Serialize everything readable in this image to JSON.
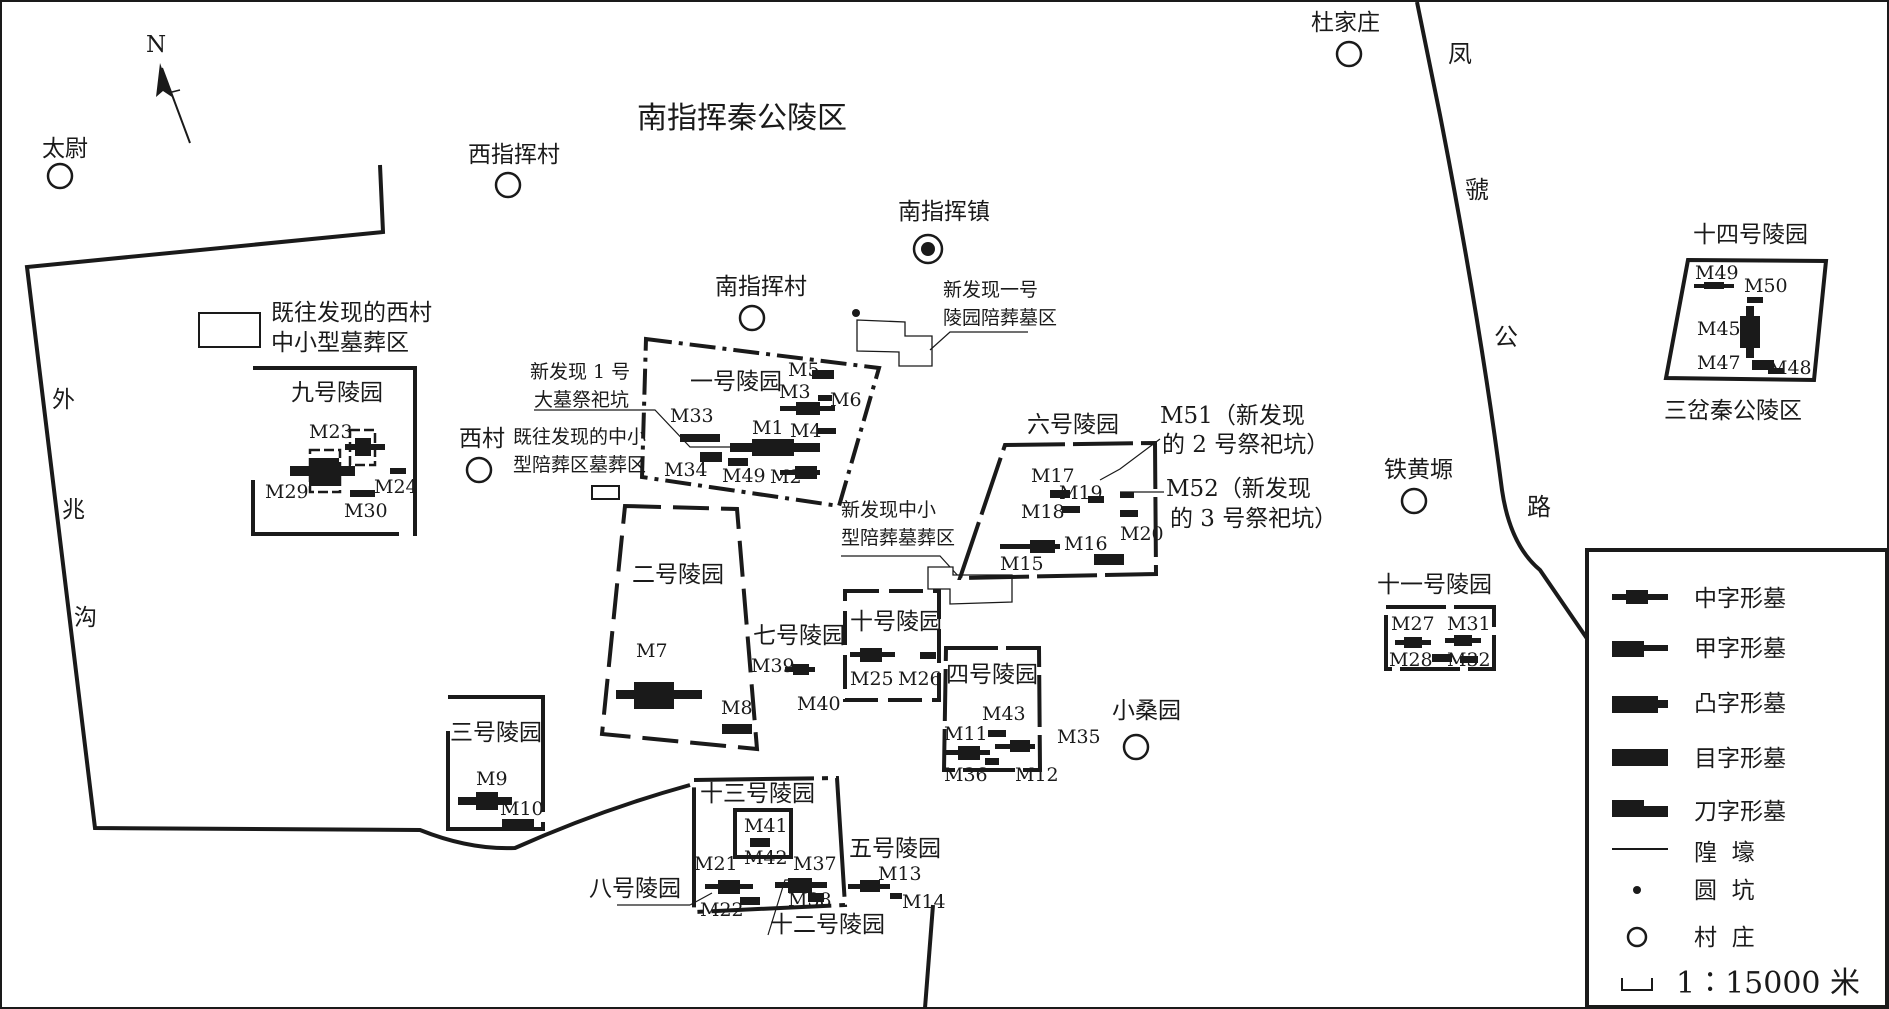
{
  "map": {
    "north_label": "N",
    "title": "南指挥秦公陵区",
    "scale_label": "1∶15000 米"
  },
  "places": {
    "taiwei": "太尉",
    "xizhihui": "西指挥村",
    "nanzhihui_zhen": "南指挥镇",
    "nanzhihui_cun": "南指挥村",
    "dujiazhuang": "杜家庄",
    "xicun": "西村",
    "tiehuangyuan": "铁黄塬",
    "xiaosangyuan": "小桑园"
  },
  "features": {
    "waizhaogou": [
      "外",
      "兆",
      "沟"
    ],
    "fenghao_road": [
      "凤",
      "虢",
      "公",
      "路"
    ]
  },
  "annotations": {
    "xicun_area": [
      "既往发现的西村",
      "中小型墓葬区"
    ],
    "yihao_peizang": [
      "新发现一号",
      "陵园陪葬墓区"
    ],
    "daji_keng": [
      "新发现 1 号",
      "大墓祭祀坑"
    ],
    "xicun_zhongxiao": [
      "既往发现的中小",
      "型陪葬区墓葬区"
    ],
    "new_zhongxiao": [
      "新发现中小",
      "型陪葬墓葬区"
    ],
    "m51_note": [
      "M51（新发现",
      "的 2 号祭祀坑）"
    ],
    "m52_note": [
      "M52（新发现",
      "的 3 号祭祀坑）"
    ],
    "sancha": "三岔秦公陵区"
  },
  "cemeteries": {
    "c1": "一号陵园",
    "c2": "二号陵园",
    "c3": "三号陵园",
    "c4": "四号陵园",
    "c5": "五号陵园",
    "c6": "六号陵园",
    "c7": "七号陵园",
    "c8": "八号陵园",
    "c9": "九号陵园",
    "c10": "十号陵园",
    "c11": "十一号陵园",
    "c12": "十二号陵园",
    "c13": "十三号陵园",
    "c14": "十四号陵园"
  },
  "tomb_labels": {
    "M1": "M1",
    "M2": "M2",
    "M3": "M3",
    "M4": "M4",
    "M5": "M5",
    "M6": "M6",
    "M7": "M7",
    "M8": "M8",
    "M9": "M9",
    "M10": "M10",
    "M11": "M11",
    "M12": "M12",
    "M13": "M13",
    "M14": "M14",
    "M15": "M15",
    "M16": "M16",
    "M17": "M17",
    "M18": "M18",
    "M19": "M19",
    "M20": "M20",
    "M21": "M21",
    "M22": "M22",
    "M23": "M23",
    "M24": "M24",
    "M25": "M25",
    "M26": "M26",
    "M27": "M27",
    "M28": "M28",
    "M29": "M29",
    "M30": "M30",
    "M31": "M31",
    "M32": "M32",
    "M33": "M33",
    "M34": "M34",
    "M35": "M35",
    "M36": "M36",
    "M37": "M37",
    "M38": "M38",
    "M39": "M39",
    "M40": "M40",
    "M41": "M41",
    "M42": "M42",
    "M43": "M43",
    "M45": "M45",
    "M47": "M47",
    "M48": "M48",
    "M49": "M49",
    "M50": "M50"
  },
  "legend": {
    "items": [
      "中字形墓",
      "甲字形墓",
      "凸字形墓",
      "目字形墓",
      "刀字形墓",
      "隍  壕",
      "圆  坑",
      "村  庄"
    ]
  }
}
